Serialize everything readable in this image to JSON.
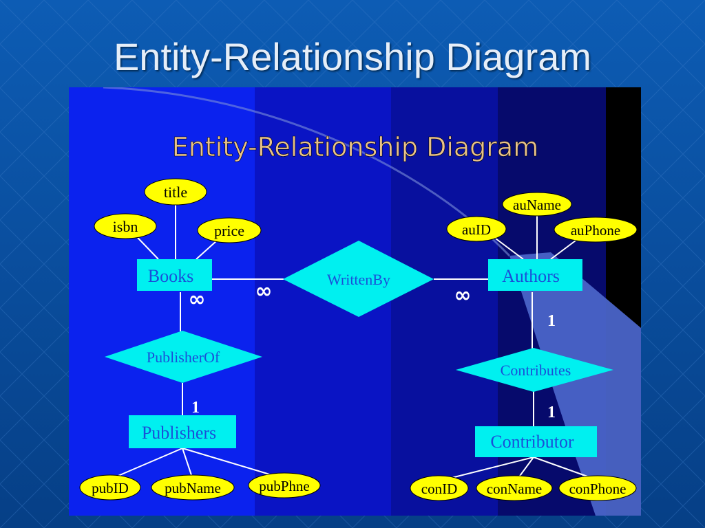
{
  "slide": {
    "title": "Entity-Relationship Diagram"
  },
  "diagram": {
    "title": "Entity-Relationship Diagram",
    "entities": {
      "books": "Books",
      "authors": "Authors",
      "publishers": "Publishers",
      "contributor": "Contributor"
    },
    "relationships": {
      "written_by": "WrittenBy",
      "publisher_of": "PublisherOf",
      "contributes": "Contributes"
    },
    "attributes": {
      "title": "title",
      "isbn": "isbn",
      "price": "price",
      "au_name": "auName",
      "au_id": "auID",
      "au_phone": "auPhone",
      "pub_id": "pubID",
      "pub_name": "pubName",
      "pub_phone": "pubPhne",
      "con_id": "conID",
      "con_name": "conName",
      "con_phone": "conPhone"
    },
    "cardinalities": {
      "books_writtenby": "∞",
      "authors_writtenby": "∞",
      "books_publisherof": "∞",
      "publishers_publisherof": "1",
      "authors_contributes": "1",
      "contributor_contributes": "1"
    }
  },
  "colors": {
    "slide_background": "#0a4fa0",
    "diagram_title": "#e9c289",
    "entity_fill": "#00f0f0",
    "entity_text": "#1a4fd8",
    "attribute_fill": "#ffff00",
    "line": "#ffffff"
  }
}
